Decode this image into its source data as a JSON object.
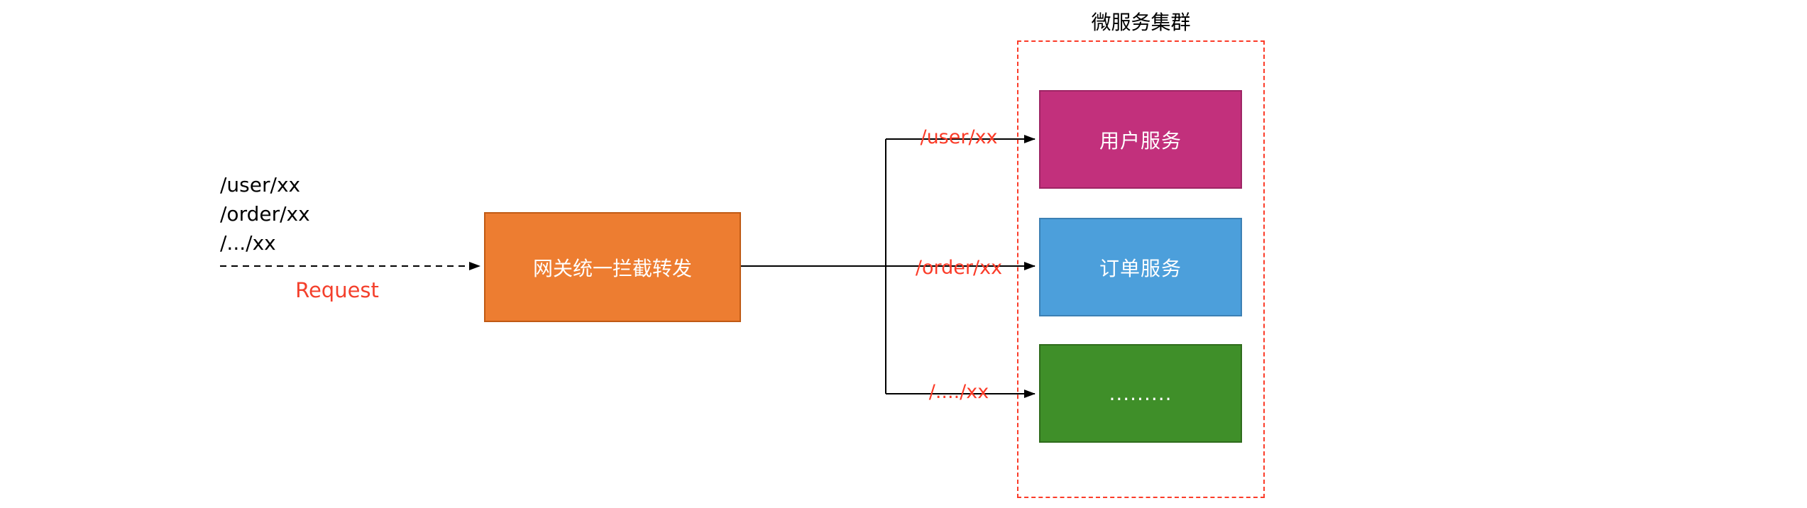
{
  "diagram": {
    "request": {
      "paths_text": "/user/xx\n/order/xx\n/.../xx",
      "paths": [
        "/user/xx",
        "/order/xx",
        "/.../xx"
      ],
      "label": "Request"
    },
    "gateway": {
      "label": "网关统一拦截转发",
      "fill": "#ED7D31"
    },
    "cluster": {
      "title": "微服务集群",
      "border_color": "#FB3B28"
    },
    "routes": [
      {
        "path_label": "/user/xx",
        "service_label": "用户服务",
        "fill": "#C2307C"
      },
      {
        "path_label": "/order/xx",
        "service_label": "订单服务",
        "fill": "#4C9FDB"
      },
      {
        "path_label": "/..../xx",
        "service_label": ".........",
        "fill": "#3F8F29"
      }
    ],
    "colors": {
      "accent_red": "#FB3B28",
      "line": "#000000"
    }
  }
}
